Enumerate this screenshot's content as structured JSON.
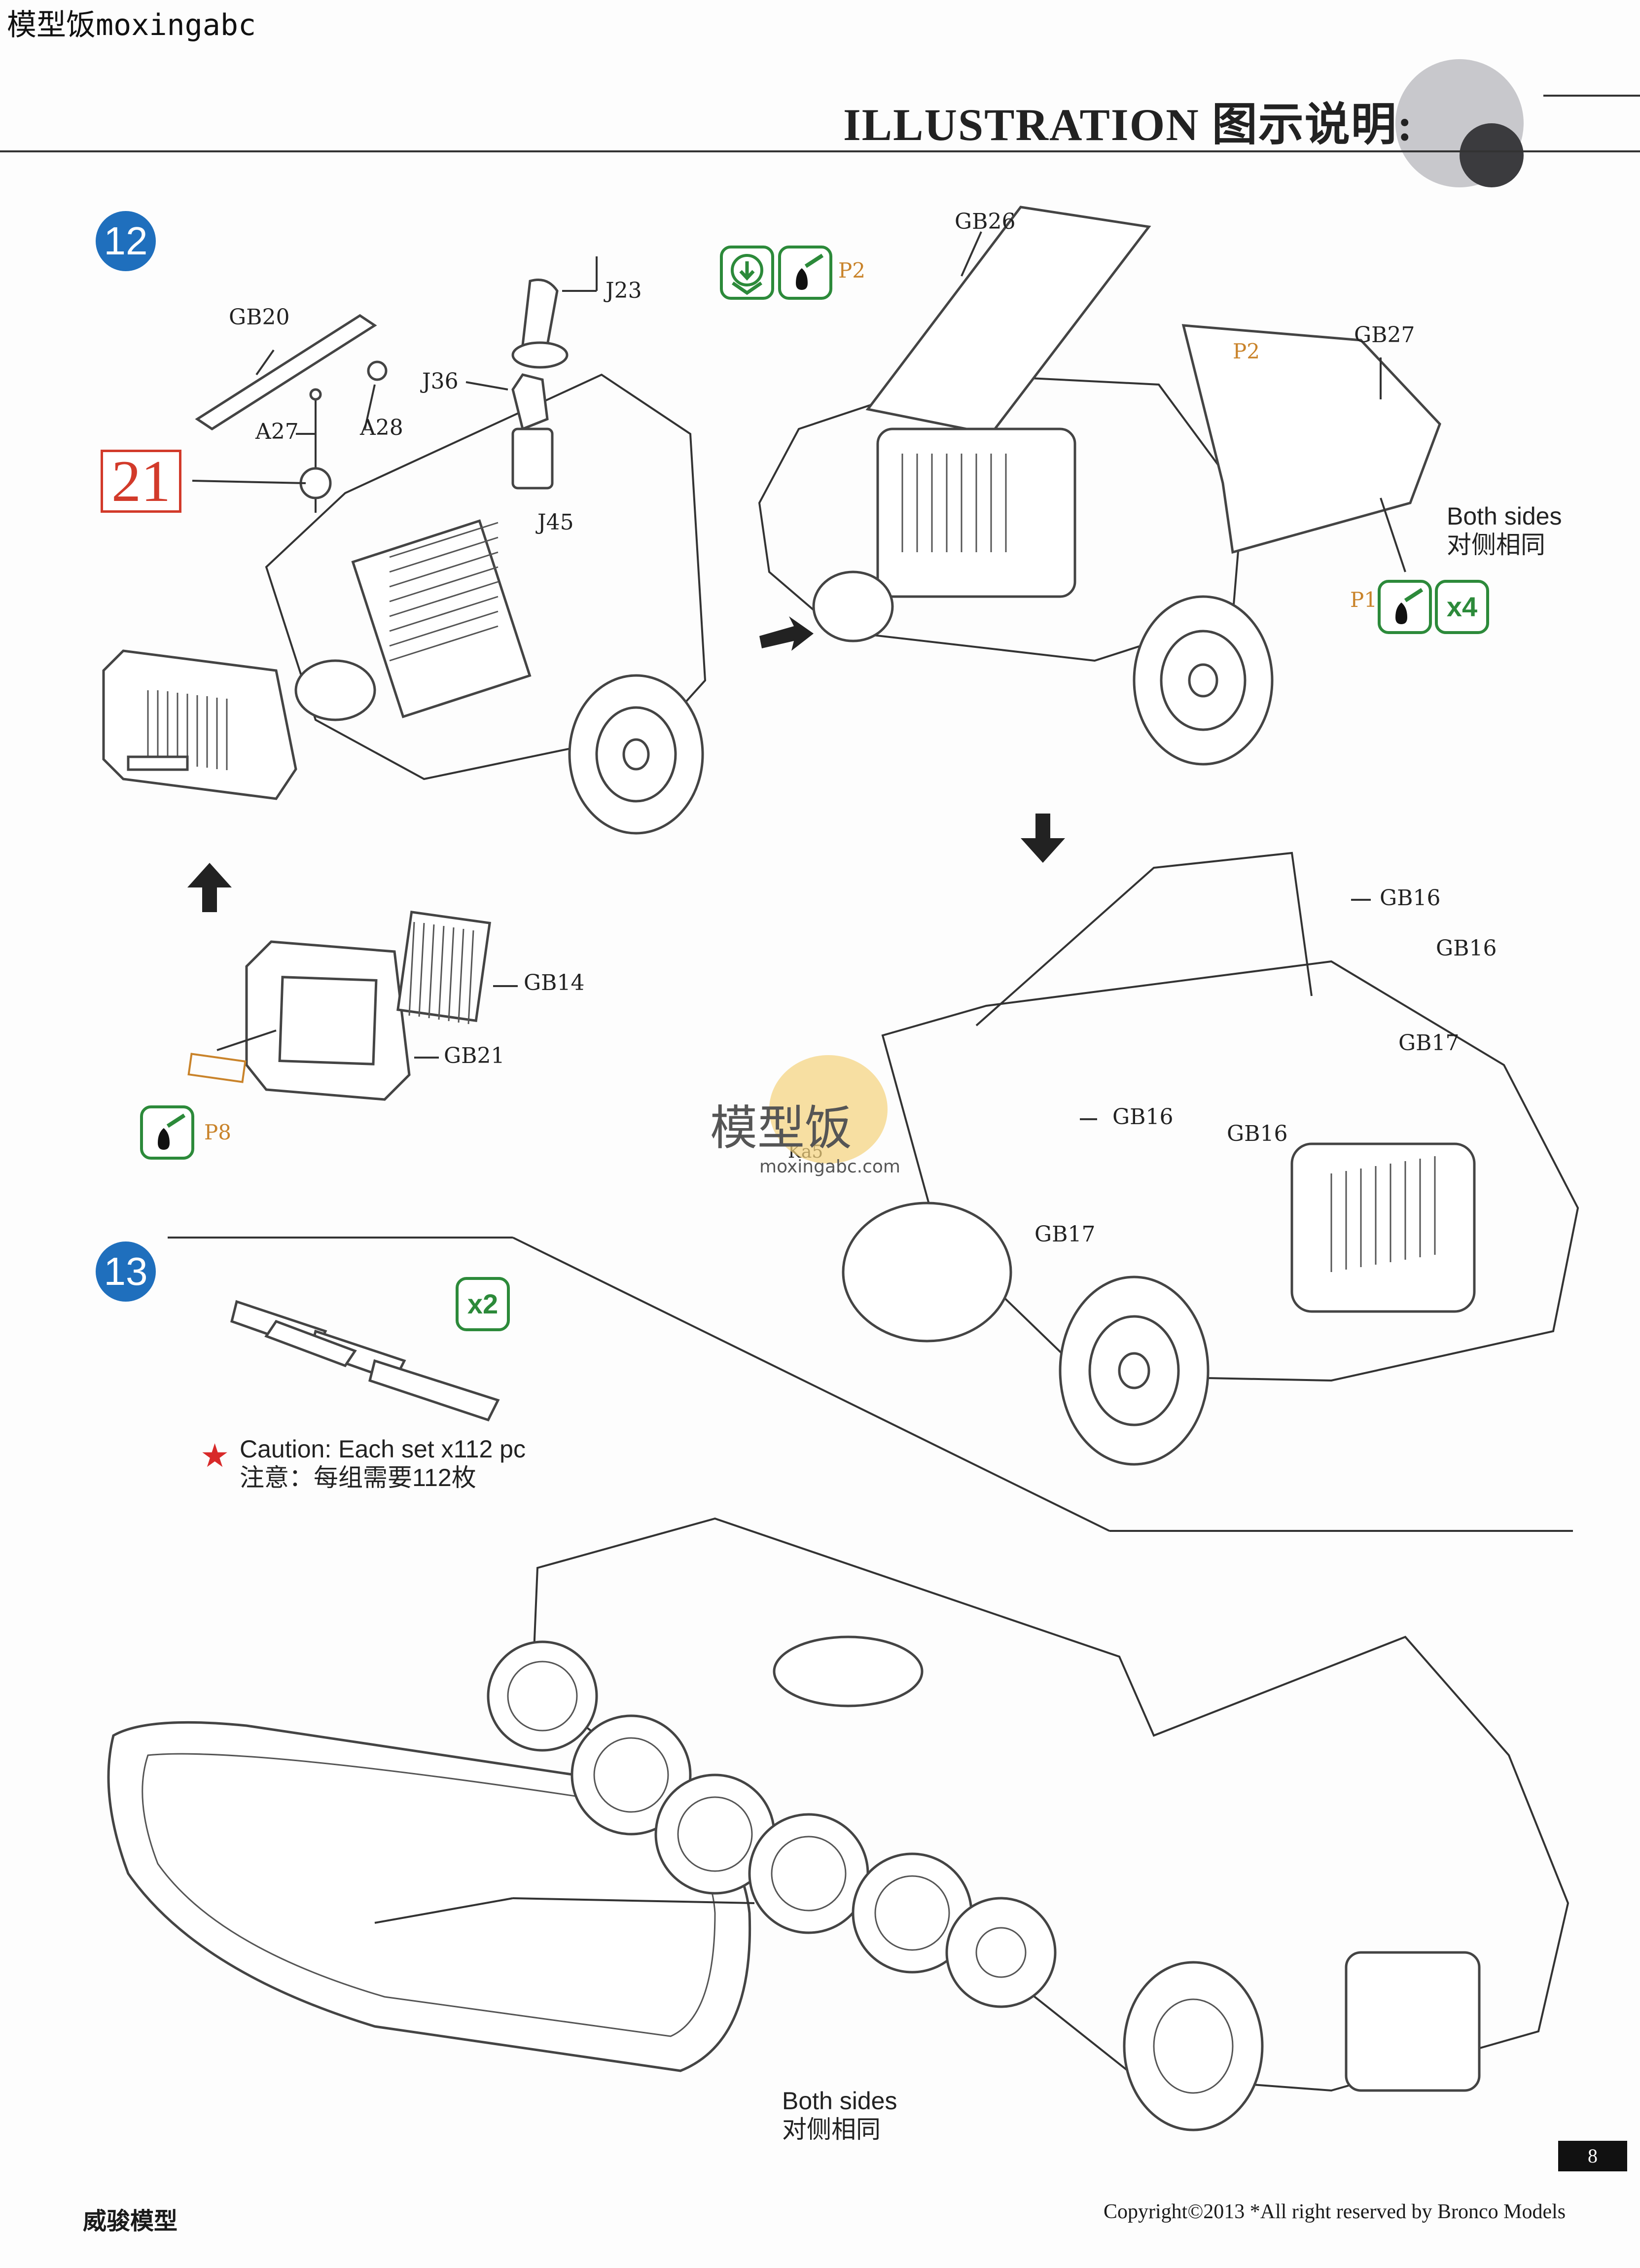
{
  "watermark_top": "模型饭moxingabc",
  "header": {
    "title": "ILLUSTRATION 图示说明:"
  },
  "steps": {
    "s12": "12",
    "s13": "13"
  },
  "step12": {
    "labels": {
      "gb20": "GB20",
      "a27": "A27",
      "a28": "A28",
      "j36": "J36",
      "j23": "J23",
      "j45": "J45",
      "gb14": "GB14",
      "gb21": "GB21",
      "gb26": "GB26",
      "gb27": "GB27",
      "gb16a": "GB16",
      "gb16b": "GB16",
      "gb16c": "GB16",
      "gb16d": "GB16",
      "gb17a": "GB17",
      "gb17b": "GB17",
      "ka5": "Ka5"
    },
    "ref_box": "21",
    "photo_etch": {
      "p1": "P1",
      "p2a": "P2",
      "p2b": "P2",
      "p8": "P8"
    },
    "multiplier_p1": "x4",
    "both_sides_en": "Both sides",
    "both_sides_zh": "对侧相同"
  },
  "step13": {
    "multiplier": "x2",
    "caution_en": "Caution: Each set x112 pc",
    "caution_zh": "注意：每组需要112枚",
    "both_sides_en": "Both sides",
    "both_sides_zh": "对侧相同"
  },
  "watermark_mid": {
    "zh": "模型饭",
    "en": "moxingabc.com"
  },
  "footer": {
    "page_number": "8",
    "brand": "威骏模型",
    "copyright": "Copyright©2013  *All right reserved by Bronco Models"
  },
  "colors": {
    "step_badge": "#1f6fbd",
    "glue_icon": "#2c8a3a",
    "photo_etch": "#c9832a",
    "ref_box": "#d23a2a",
    "caution_star": "#d82a2a"
  }
}
